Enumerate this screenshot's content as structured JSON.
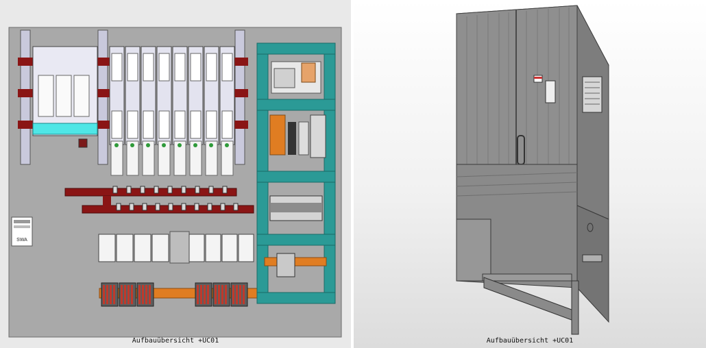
{
  "views": {
    "left": {
      "caption": "Aufbauübersicht +UC01"
    },
    "right": {
      "caption": "Aufbauübersicht +UC01"
    }
  },
  "label_card": {
    "line1": "SWA"
  },
  "colors": {
    "mounting_plate": "#a9a9a9",
    "busbar": "#8a1515",
    "din_frame": "#2b9a96",
    "terminal_rail": "#e07d22",
    "cabinet_body": "#8f8f8f",
    "highlight": "#4fe6e6"
  }
}
